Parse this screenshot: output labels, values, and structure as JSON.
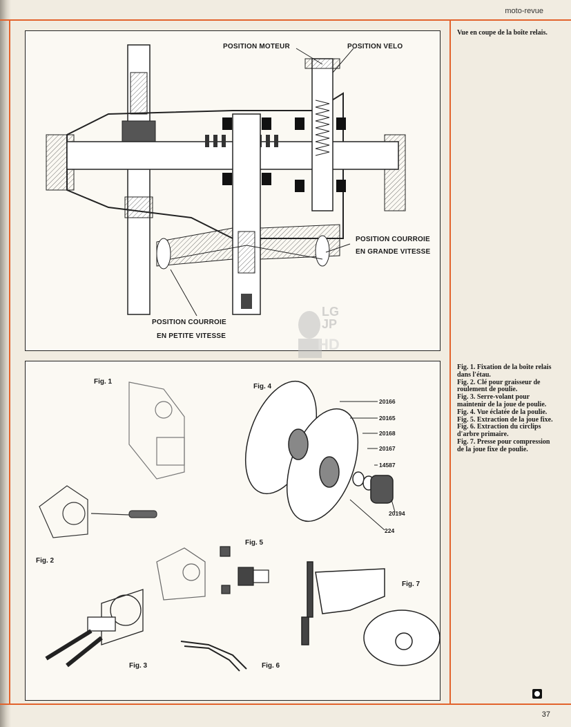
{
  "header": {
    "magazine": "moto-revue"
  },
  "page_number": "37",
  "top_diagram": {
    "labels": {
      "position_moteur": "POSITION MOTEUR",
      "position_velo": "POSITION   VELO",
      "courroie_grande_1": "POSITION  COURROIE",
      "courroie_grande_2": "EN  GRANDE  VITESSE",
      "courroie_petite_1": "POSITION  COURROIE",
      "courroie_petite_2": "EN  PETITE  VITESSE"
    }
  },
  "caption_top": "Vue en coupe de la boîte relais.",
  "watermark": {
    "line1": "LG",
    "line2": "JP",
    "line3": "HD"
  },
  "figures": {
    "fig1": "Fig. 1",
    "fig2": "Fig. 2",
    "fig3": "Fig. 3",
    "fig4": "Fig. 4",
    "fig5": "Fig. 5",
    "fig6": "Fig. 6",
    "fig7": "Fig. 7"
  },
  "part_numbers": [
    "20166",
    "20165",
    "20168",
    "20167",
    "14587",
    "20194",
    "224"
  ],
  "caption_list": [
    "Fig. 1. Fixation de la boîte relais dans l'étau.",
    "Fig. 2. Clé pour graisseur de roulement de poulie.",
    "Fig. 3. Serre-volant pour maintenir de la joue de poulie.",
    "Fig. 4. Vue éclatée de la poulie.",
    "Fig. 5. Extraction de la joue fixe.",
    "Fig. 6. Extraction du circlips d'arbre primaire.",
    "Fig. 7. Presse pour compression de la joue fixe de poulie."
  ]
}
